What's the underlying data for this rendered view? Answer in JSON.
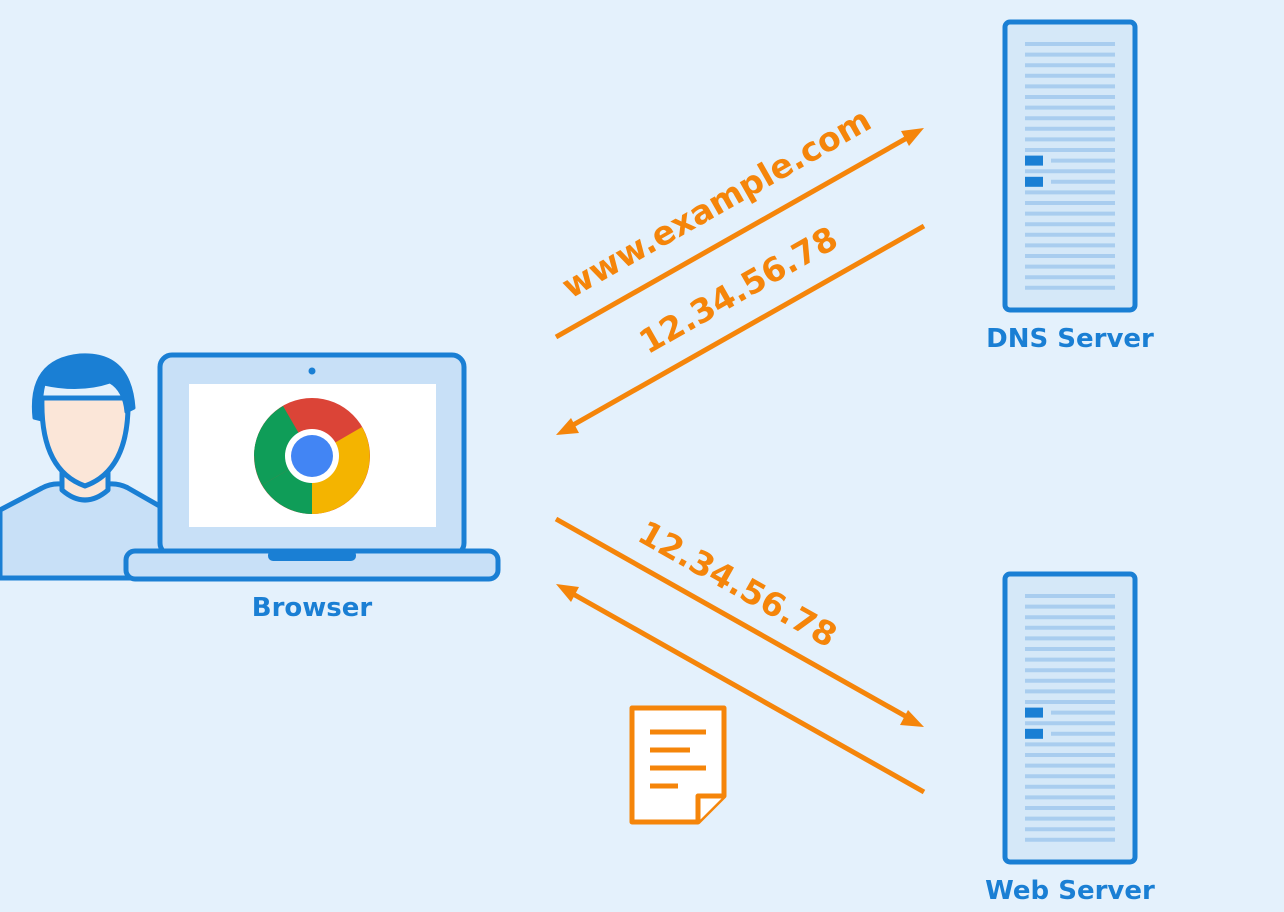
{
  "colors": {
    "background": "#e4f1fc",
    "blue": "#1a7fd4",
    "blue_light": "#c8e0f7",
    "blue_fill": "#d5e8f8",
    "orange": "#f5850a",
    "skin": "#fbe6d8",
    "chrome_red": "#db4437",
    "chrome_green": "#0f9d58",
    "chrome_yellow": "#f4b400",
    "chrome_blue": "#4285f4"
  },
  "nodes": {
    "browser": {
      "label": "Browser",
      "icon": "laptop-chrome-icon"
    },
    "dns_server": {
      "label": "DNS Server",
      "icon": "server-icon"
    },
    "web_server": {
      "label": "Web Server",
      "icon": "server-icon"
    },
    "user": {
      "icon": "user-icon"
    },
    "response_document": {
      "icon": "document-icon"
    }
  },
  "arrows": {
    "dns_query": {
      "label": "www.example.com"
    },
    "dns_response": {
      "label": "12.34.56.78"
    },
    "web_request": {
      "label": "12.34.56.78"
    }
  }
}
